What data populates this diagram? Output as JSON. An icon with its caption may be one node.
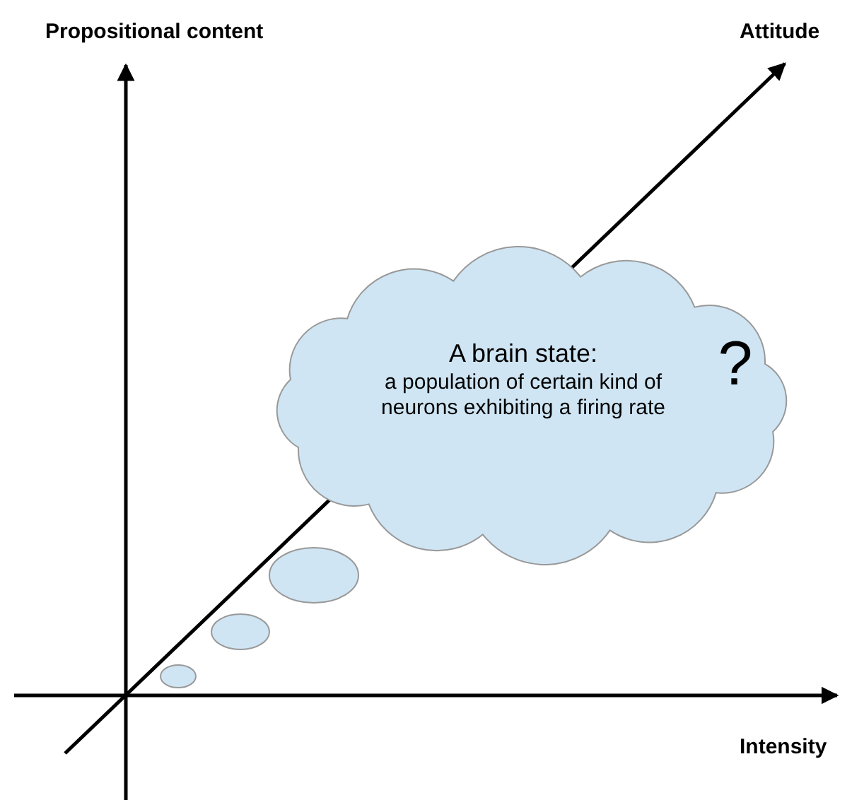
{
  "diagram": {
    "nodes": [
      {
        "text": [
          "A brain state:",
          "a population of certain kind of neurons exhibiting a firing rate",
          "?"
        ]
      },
      {
        "text": [],
        "shape": "ellipse"
      },
      {
        "text": [],
        "shape": "ellipse"
      },
      {
        "text": [],
        "shape": "ellipse"
      }
    ],
    "labels": [
      "Propositional content",
      "Attitude",
      "Intensity"
    ]
  }
}
